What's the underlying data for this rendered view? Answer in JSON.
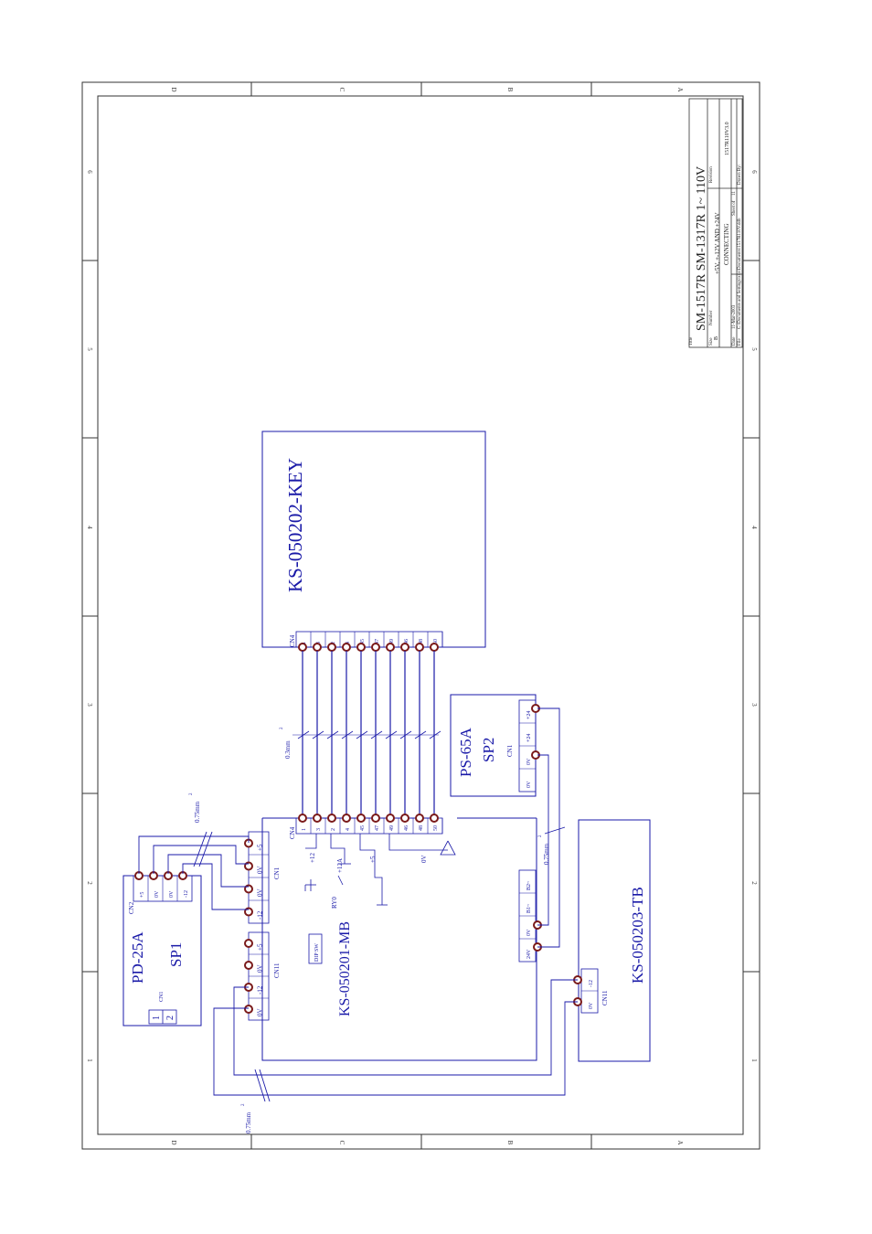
{
  "title_block": {
    "title_label": "Title",
    "title": "SM-1517R SM-1317R  1~ 110V",
    "size_label": "Size",
    "size": "B",
    "number_label": "Number",
    "number": "+5V, +-12V AND +24V",
    "description": "CONNECTING",
    "revision_label": "Revision",
    "revision": "1517R110V3.0",
    "date_label": "Date",
    "date": "11-Mar-2003",
    "sheet_label": "Sheet of",
    "sheet": "11",
    "file_label": "File",
    "file": "C:\\Documents and Settings\\xxx\\Documents\\1517R110V.ddb",
    "drawn_label": "Drawn By:"
  },
  "frame": {
    "zone_letters": [
      "D",
      "C",
      "B",
      "A"
    ],
    "zone_numbers": [
      "6",
      "5",
      "4",
      "3",
      "2",
      "1"
    ]
  },
  "blocks": {
    "key": {
      "name": "KS-050202-KEY",
      "connector": "CN4",
      "pins": [
        "1",
        "3",
        "2",
        "4",
        "45",
        "47",
        "49",
        "46",
        "48",
        "50"
      ]
    },
    "mb": {
      "name": "KS-050201-MB",
      "cn4": "CN4",
      "cn4_pins": [
        "1",
        "3",
        "2",
        "4",
        "45",
        "47",
        "49",
        "46",
        "48",
        "50"
      ],
      "cn1": "CN1",
      "cn1_pins": [
        "+5",
        "0V",
        "0V",
        "-12"
      ],
      "cn11": "CN11",
      "cn11_pins": [
        "+5",
        "0V",
        "-12",
        "0V"
      ],
      "sp_pins": [
        "24V",
        "0V",
        "B1~",
        "B2~"
      ],
      "dip": "DIP SW",
      "relay": "RY0",
      "rail_labels": [
        "+12",
        "+12A",
        "+5",
        "0V"
      ]
    },
    "psu1": {
      "model": "PD-25A",
      "name": "SP1",
      "cn2": "CN2",
      "cn2_pins": [
        "+5",
        "0V",
        "0V",
        "-12"
      ],
      "cn1": "CN1",
      "cn1_pins": [
        "1",
        "2"
      ]
    },
    "psu2": {
      "model": "PS-65A",
      "name": "SP2",
      "cn1": "CN1",
      "pins": [
        "0V",
        "0V",
        "+24",
        "+24"
      ]
    },
    "tb": {
      "name": "KS-050203-TB",
      "cn11": "CN11",
      "pins": [
        "-12",
        "0V"
      ]
    }
  },
  "wire_labels": {
    "bus": "0.3mm",
    "psu1_link": "0.75mm",
    "psu2_link": "0.75mm",
    "tb_link": "0.75mm",
    "square": "2"
  },
  "colors": {
    "ink": "#1a1aa8",
    "pin": "#7a1a1a",
    "frame": "#333333"
  }
}
